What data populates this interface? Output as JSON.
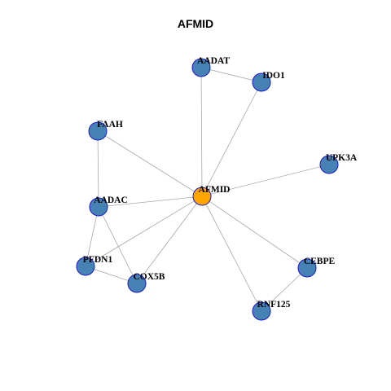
{
  "title": "AFMID",
  "colors": {
    "center_node": "#FFA500",
    "neighbor_node": "#4682B4",
    "node_border": "#1A1ACC",
    "edge": "#A8A8A8"
  },
  "nodes": [
    {
      "id": "AFMID",
      "label": "AFMID",
      "role": "center"
    },
    {
      "id": "AADAT",
      "label": "AADAT",
      "role": "neighbor"
    },
    {
      "id": "IDO1",
      "label": "IDO1",
      "role": "neighbor"
    },
    {
      "id": "FAAH",
      "label": "FAAH",
      "role": "neighbor"
    },
    {
      "id": "UPK3A",
      "label": "UPK3A",
      "role": "neighbor"
    },
    {
      "id": "AADAC",
      "label": "AADAC",
      "role": "neighbor"
    },
    {
      "id": "PFDN1",
      "label": "PFDN1",
      "role": "neighbor"
    },
    {
      "id": "COX5B",
      "label": "COX5B",
      "role": "neighbor"
    },
    {
      "id": "CEBPE",
      "label": "CEBPE",
      "role": "neighbor"
    },
    {
      "id": "RNF125",
      "label": "RNF125",
      "role": "neighbor"
    }
  ],
  "edges": [
    [
      "AADAT",
      "IDO1"
    ],
    [
      "AADAT",
      "AFMID"
    ],
    [
      "IDO1",
      "AFMID"
    ],
    [
      "FAAH",
      "AFMID"
    ],
    [
      "FAAH",
      "AADAC"
    ],
    [
      "UPK3A",
      "AFMID"
    ],
    [
      "AADAC",
      "AFMID"
    ],
    [
      "AADAC",
      "PFDN1"
    ],
    [
      "AADAC",
      "COX5B"
    ],
    [
      "PFDN1",
      "AFMID"
    ],
    [
      "PFDN1",
      "COX5B"
    ],
    [
      "COX5B",
      "AFMID"
    ],
    [
      "CEBPE",
      "AFMID"
    ],
    [
      "CEBPE",
      "RNF125"
    ],
    [
      "RNF125",
      "AFMID"
    ]
  ]
}
